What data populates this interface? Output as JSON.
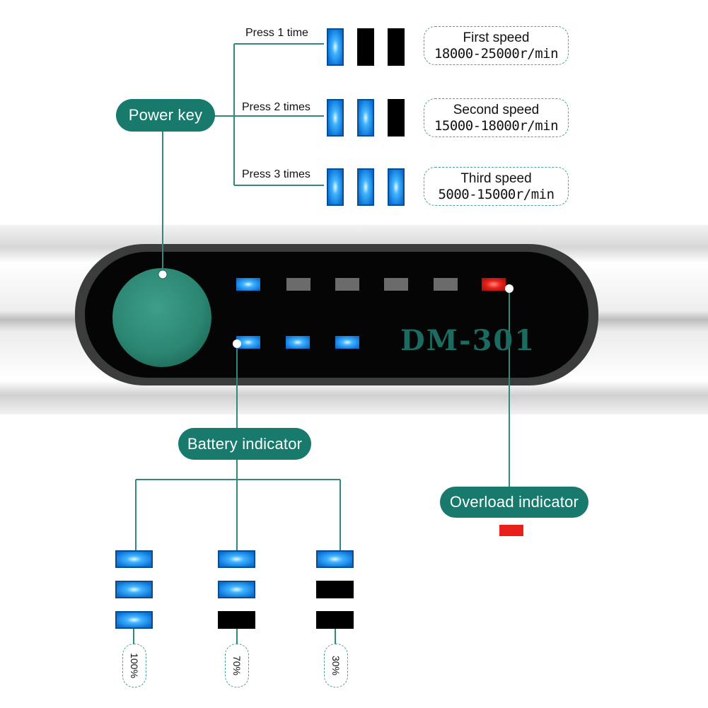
{
  "labels": {
    "power_key": "Power key",
    "battery_indicator": "Battery indicator",
    "overload_indicator": "Overload indicator",
    "model": "DM-301"
  },
  "speeds": [
    {
      "press": "Press 1 time",
      "name": "First speed",
      "range": "18000-25000r/min",
      "lit": [
        true,
        false,
        false
      ]
    },
    {
      "press": "Press 2 times",
      "name": "Second speed",
      "range": "15000-18000r/min",
      "lit": [
        true,
        true,
        false
      ]
    },
    {
      "press": "Press 3 times",
      "name": "Third speed",
      "range": "5000-15000r/min",
      "lit": [
        true,
        true,
        true
      ]
    }
  ],
  "battery_levels": [
    {
      "percent": "100%",
      "lit": [
        true,
        true,
        true
      ]
    },
    {
      "percent": "70%",
      "lit": [
        true,
        true,
        false
      ]
    },
    {
      "percent": "30%",
      "lit": [
        true,
        false,
        false
      ]
    }
  ],
  "panel": {
    "top_row": [
      "blue",
      "gray",
      "gray",
      "gray",
      "gray",
      "red"
    ],
    "bottom_row": [
      "blue",
      "blue",
      "blue"
    ]
  },
  "colors": {
    "accent": "#177a6c",
    "led_blue": "#1e90ff",
    "led_off": "#000000",
    "led_red": "#e8211b",
    "led_gray": "#6b6b6b"
  }
}
